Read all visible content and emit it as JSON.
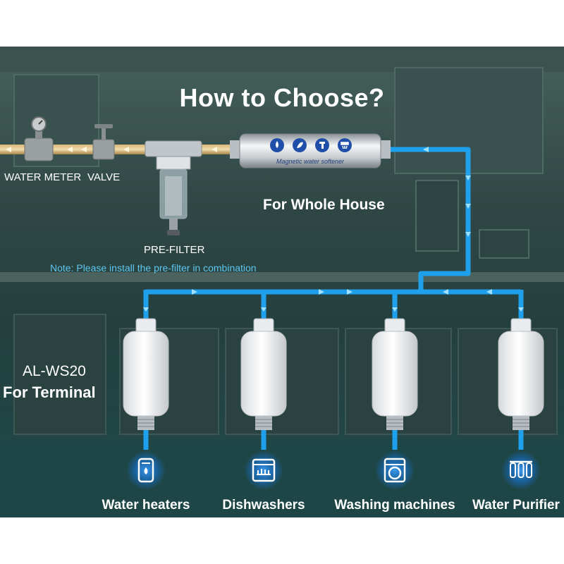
{
  "title": "How to Choose?",
  "labels": {
    "water_meter": "WATER METER",
    "valve": "VALVE",
    "pre_filter": "PRE-FILTER",
    "note": "Note: Please install the pre-filter in combination",
    "softener_text": "Magnetic water softener",
    "whole_house": "For Whole House",
    "model": "AL-WS20",
    "for_terminal": "For Terminal"
  },
  "applications": [
    {
      "label": "Water heaters",
      "icon": "water-heater-icon"
    },
    {
      "label": "Dishwashers",
      "icon": "dishwasher-icon"
    },
    {
      "label": "Washing machines",
      "icon": "washing-machine-icon"
    },
    {
      "label": "Water Purifier",
      "icon": "water-purifier-icon"
    }
  ],
  "softener_icons": [
    "drop-icon",
    "leaf-icon",
    "water-tap-icon",
    "shower-icon"
  ],
  "colors": {
    "pipe": "#1ea0ec",
    "pipe_light": "#8fd8ff",
    "note_text": "#5ec6f0",
    "icon_glow": "#1672d6"
  }
}
